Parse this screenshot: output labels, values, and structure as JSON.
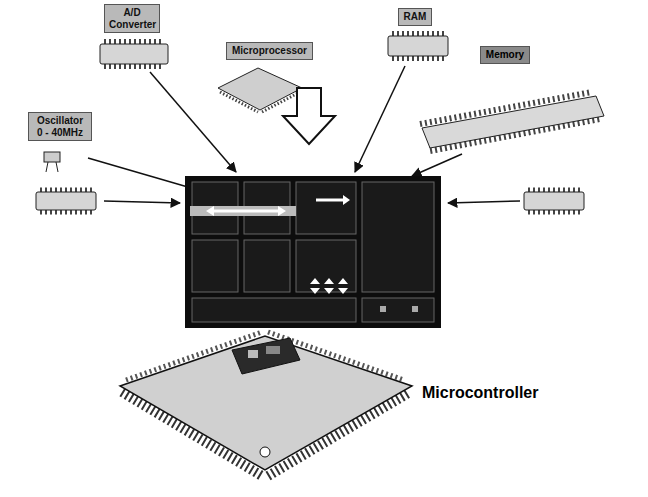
{
  "diagram": {
    "nodes": [
      {
        "text": [
          "A/D Converter"
        ]
      },
      {
        "text": [
          "Microprocessor"
        ]
      },
      {
        "text": [
          "RAM"
        ]
      },
      {
        "text": [
          "Memory"
        ]
      },
      {
        "text": [
          "Oscillator 0 - 40MHz"
        ]
      }
    ],
    "labels": [
      "Microcontroller"
    ]
  }
}
